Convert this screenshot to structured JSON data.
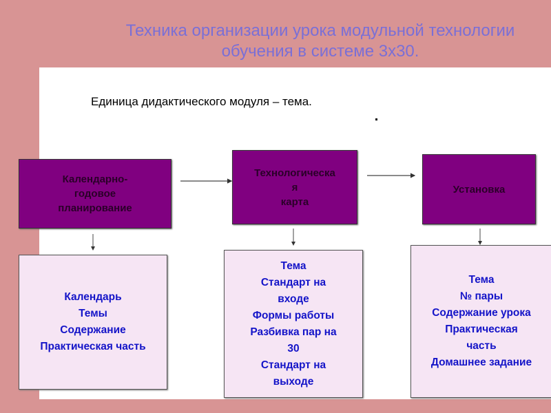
{
  "title": [
    "Техника организации урока модульной технологии",
    "обучения в системе 3х30."
  ],
  "subtitle": "Единица дидактического модуля – тема.",
  "top_boxes": [
    {
      "lines": [
        "Календарно-",
        "годовое",
        "планирование"
      ]
    },
    {
      "lines": [
        "Технологическа",
        "я",
        "карта"
      ]
    },
    {
      "lines": [
        "Установка"
      ]
    }
  ],
  "bottom_boxes": [
    {
      "lines": [
        "Календарь",
        "Темы",
        "Содержание",
        "Практическая часть"
      ]
    },
    {
      "lines": [
        "Тема",
        "Стандарт на",
        "входе",
        "Формы работы",
        "Разбивка пар на",
        "30",
        "Стандарт на",
        "выходе"
      ]
    },
    {
      "lines": [
        "Тема",
        "№ пары",
        "Содержание урока",
        "Практическая",
        "часть",
        "Домашнее задание"
      ]
    }
  ],
  "colors": {
    "background": "#d89494",
    "title": "#7a6fd6",
    "box_dark": "#800080",
    "box_light": "#f6e5f4",
    "list_text": "#1414c8"
  }
}
